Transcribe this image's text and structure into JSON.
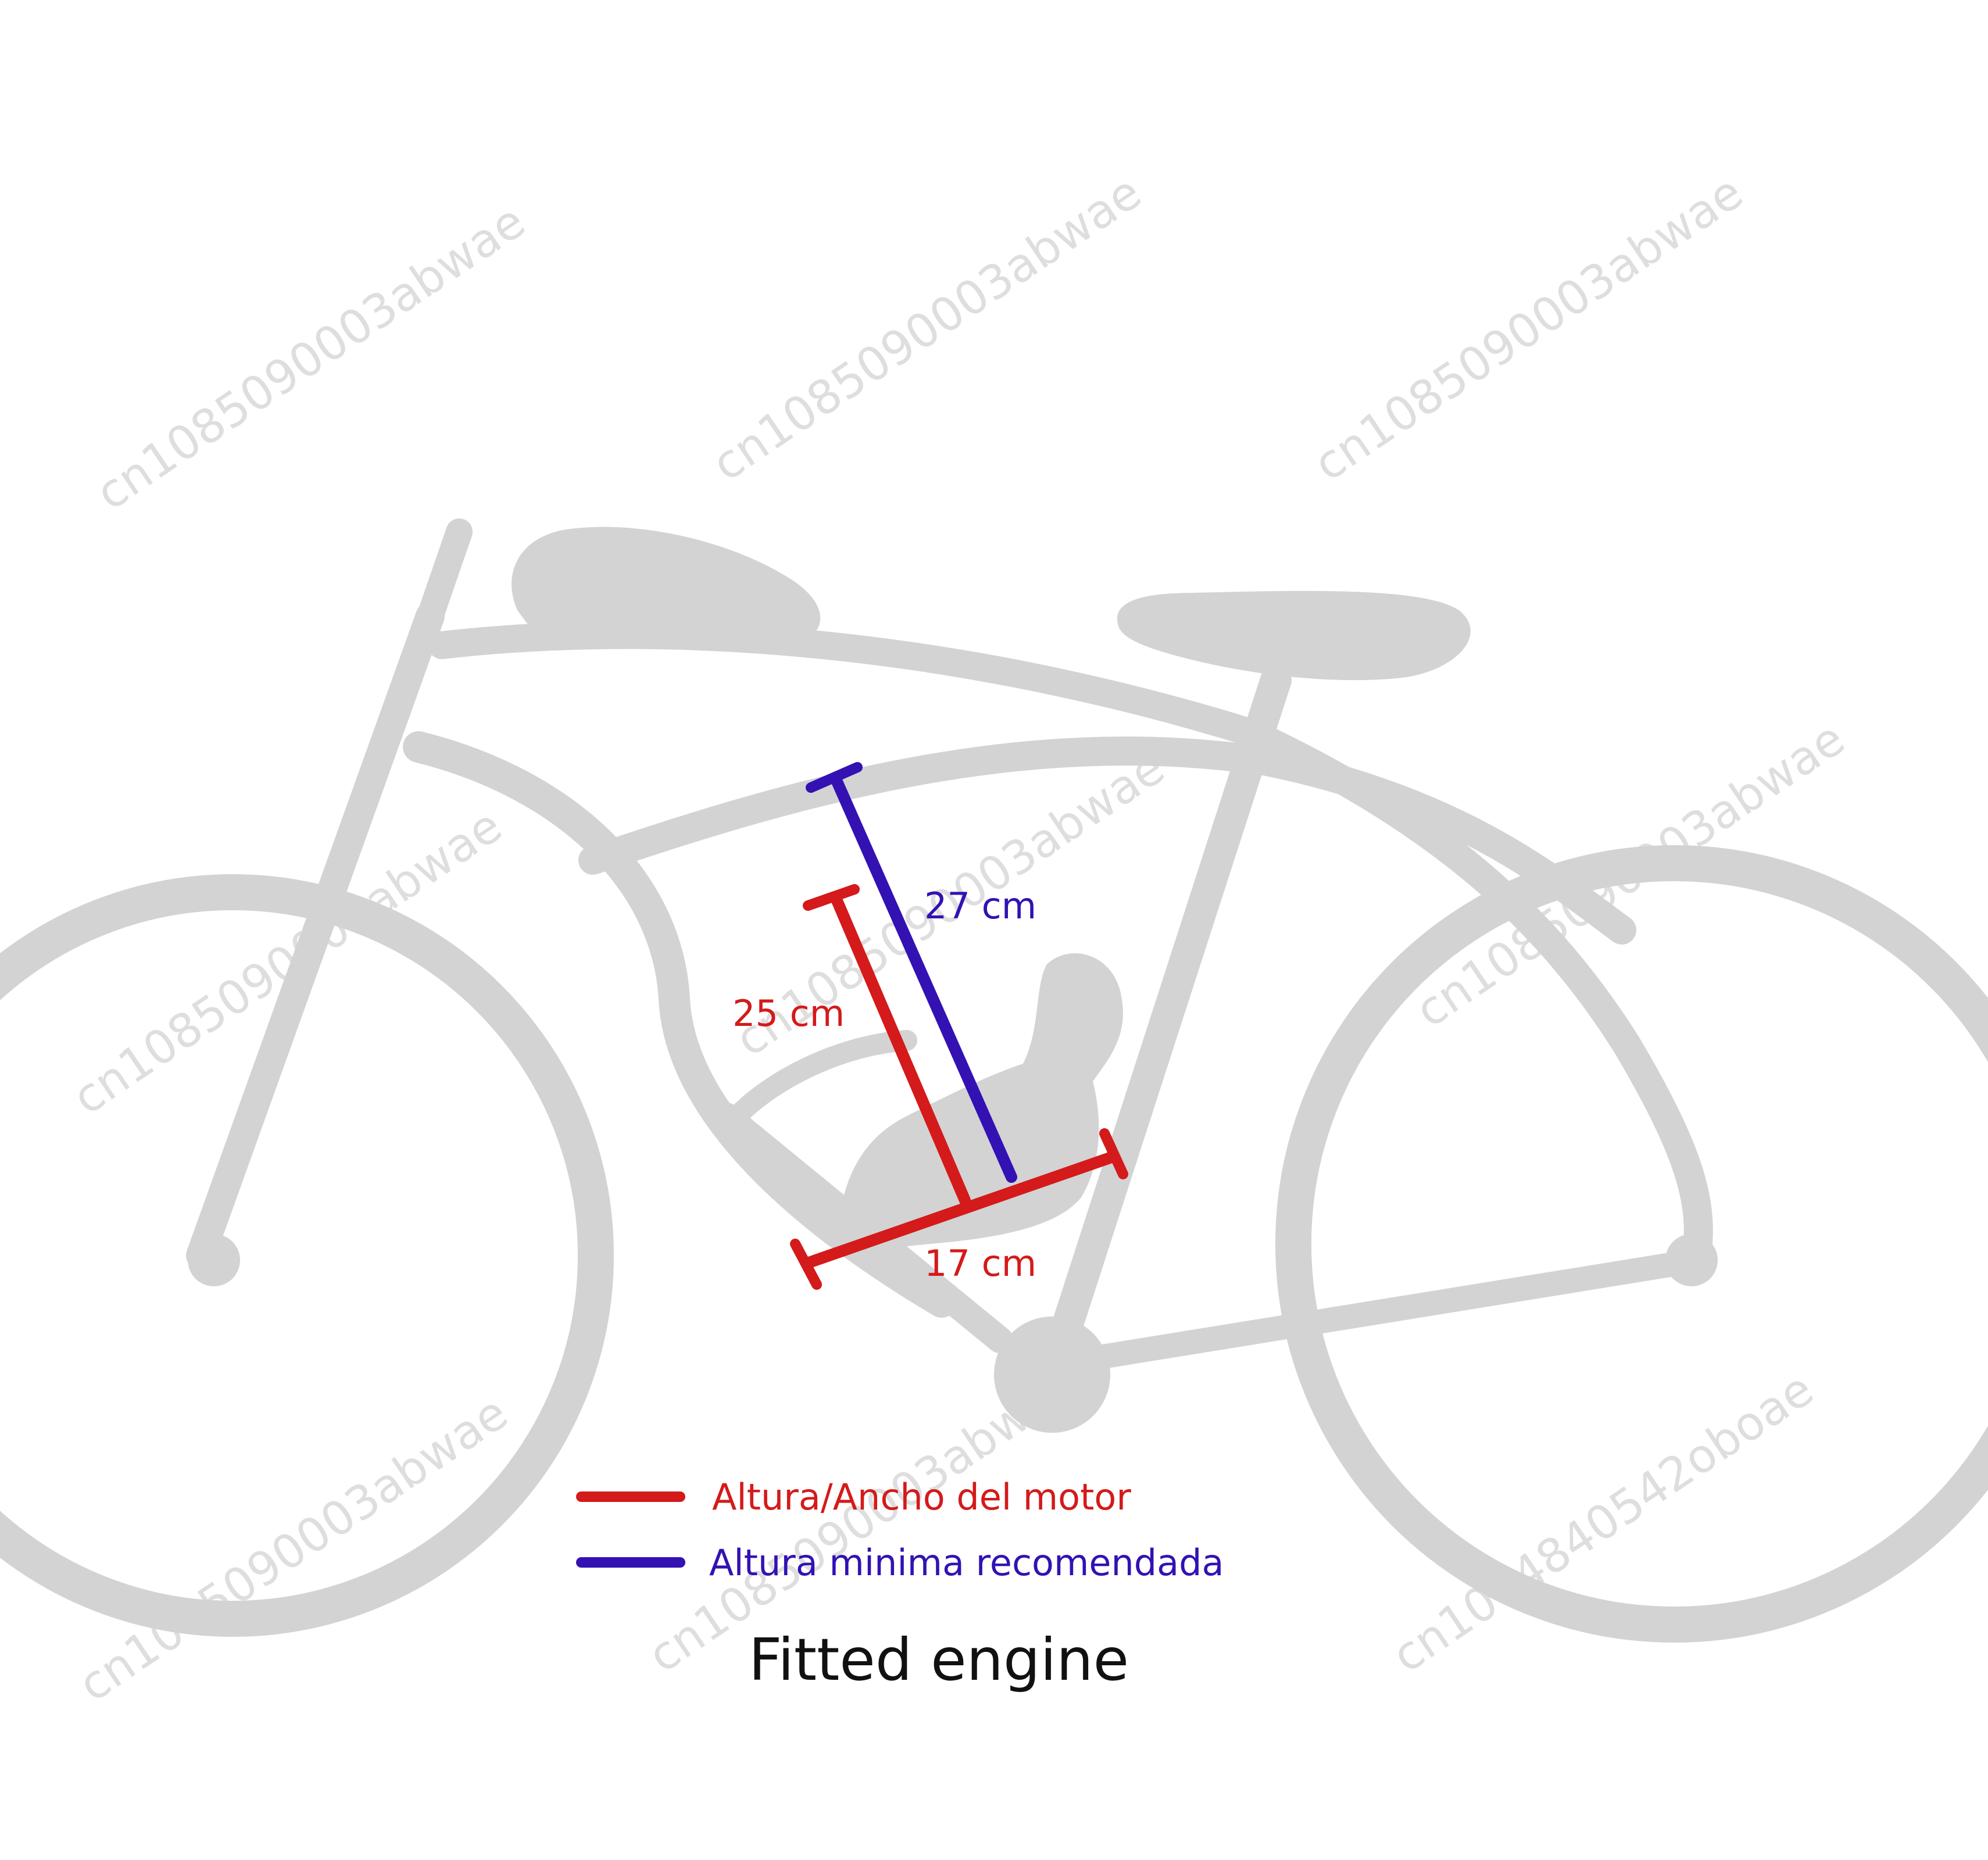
{
  "colors": {
    "frame": "#d3d3d3",
    "engine_dimension": "#d41a1a",
    "min_height": "#3311b3",
    "title": "#111111",
    "watermark": "#dedede"
  },
  "watermarks": [
    "cn1085090003abwae",
    "cn1085090003abwae",
    "cn1085090003abwae",
    "cn1085090003abwae",
    "cn1085090003abwae",
    "cn1085090003abwae",
    "cn1085090003abwae",
    "cn1085090003abwae",
    "cn1074840542oboae"
  ],
  "dimensions": {
    "min_height": "27 cm",
    "engine_height": "25 cm",
    "engine_width": "17 cm"
  },
  "legend": {
    "engine": "Altura/Ancho del motor",
    "min_height": "Altura minima recomendada"
  },
  "caption": "Fitted engine"
}
